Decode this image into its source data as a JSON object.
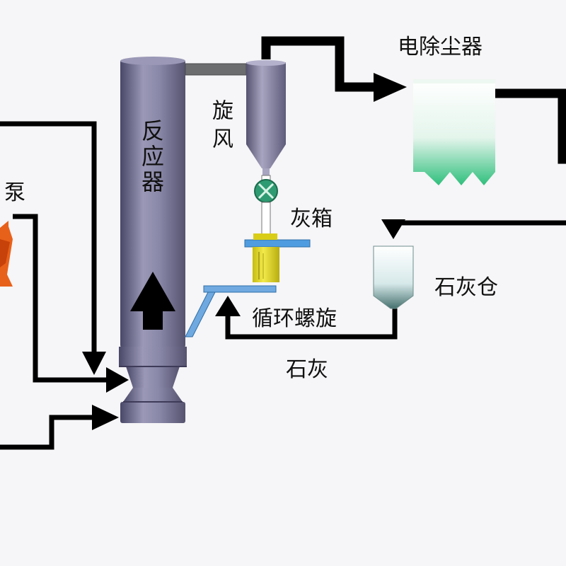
{
  "labels": {
    "reactor": "反应器",
    "cyclone": "旋风",
    "ash_box": "灰箱",
    "esp": "电除尘器",
    "lime_silo": "石灰仓",
    "screw": "循环螺旋",
    "lime": "石灰",
    "pump": "泵"
  },
  "colors": {
    "reactor_fill": "#7f7d9c",
    "line": "#000000",
    "pump": "#e8611a",
    "ash_box": "#e0d422",
    "valve": "#2f9b72",
    "esp_fill": "#48c48a",
    "duct": "#6b6d6f",
    "screw_tube": "#6fa9e0"
  },
  "icons": {
    "valve": "rotary-valve-icon",
    "pump": "pump-icon"
  }
}
